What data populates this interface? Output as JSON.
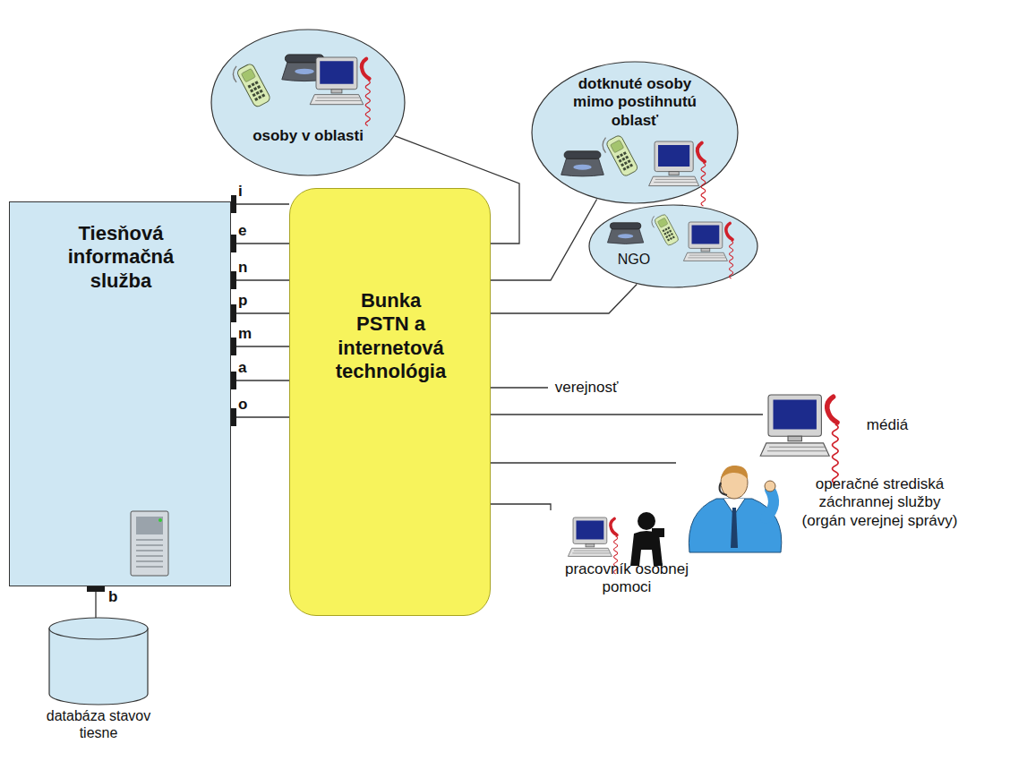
{
  "diagram": {
    "nodes": [
      {
        "text": [
          "Tiesňová informačná služba"
        ]
      },
      {
        "text": [
          "Bunka PSTN a internetová technológia"
        ]
      },
      {
        "text": [
          "databáza stavov tiesne"
        ]
      },
      {
        "text": [
          "osoby v oblasti"
        ]
      },
      {
        "text": [
          "dotknuté osoby mimo postihnutú oblasť"
        ]
      },
      {
        "text": [
          "NGO"
        ]
      },
      {
        "text": [
          "verejnosť"
        ]
      },
      {
        "text": [
          "médiá"
        ]
      },
      {
        "text": [
          "operačné strediská záchrannej služby (orgán verejnej správy)"
        ]
      },
      {
        "text": [
          "pracovník osobnej pomoci"
        ]
      }
    ],
    "edges": [
      {
        "from": 0,
        "to": 1,
        "arrow": "none",
        "label": "i"
      },
      {
        "from": 0,
        "to": 1,
        "arrow": "none",
        "label": "e"
      },
      {
        "from": 0,
        "to": 1,
        "arrow": "none",
        "label": "n"
      },
      {
        "from": 0,
        "to": 1,
        "arrow": "none",
        "label": "p"
      },
      {
        "from": 0,
        "to": 1,
        "arrow": "none",
        "label": "m"
      },
      {
        "from": 0,
        "to": 1,
        "arrow": "none",
        "label": "a"
      },
      {
        "from": 0,
        "to": 1,
        "arrow": "none",
        "label": "o"
      },
      {
        "from": 0,
        "to": 2,
        "arrow": "none",
        "label": "b"
      },
      {
        "from": 1,
        "to": 3,
        "arrow": "none"
      },
      {
        "from": 1,
        "to": 4,
        "arrow": "none"
      },
      {
        "from": 1,
        "to": 5,
        "arrow": "none"
      },
      {
        "from": 1,
        "to": 6,
        "arrow": "none"
      },
      {
        "from": 1,
        "to": 7,
        "arrow": "none"
      },
      {
        "from": 1,
        "to": 8,
        "arrow": "none"
      },
      {
        "from": 1,
        "to": 9,
        "arrow": "none"
      }
    ]
  }
}
